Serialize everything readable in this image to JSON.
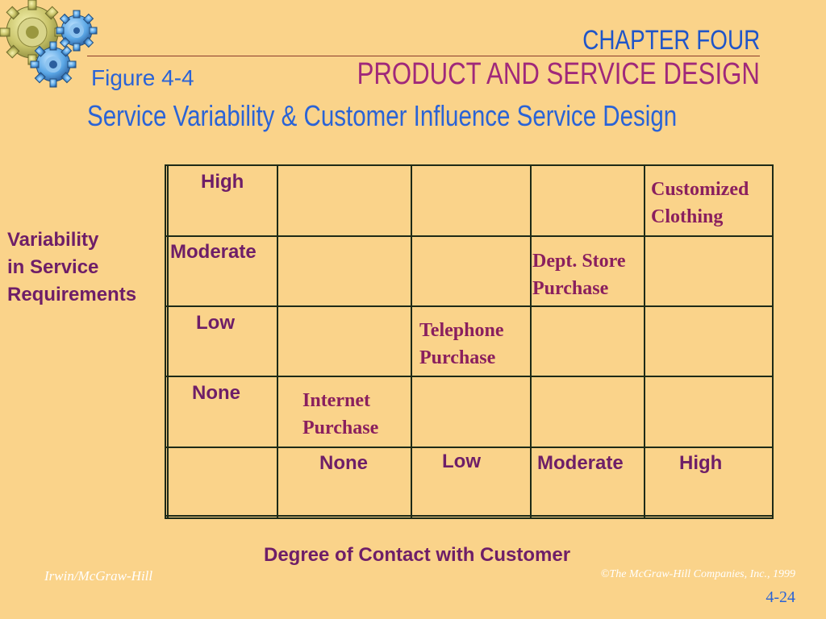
{
  "header": {
    "chapter": "CHAPTER FOUR",
    "subject": "PRODUCT AND SERVICE DESIGN",
    "figure_label": "Figure 4-4",
    "figure_title": "Service Variability & Customer Influence Service Design"
  },
  "matrix": {
    "y_axis_label_lines": [
      "Variability",
      "in Service",
      "Requirements"
    ],
    "x_axis_label": "Degree of Contact with Customer",
    "row_levels": [
      "High",
      "Moderate",
      "Low",
      "None"
    ],
    "column_levels": [
      "None",
      "Low",
      "Moderate",
      "High"
    ],
    "cells": [
      {
        "row": "High",
        "column": "High",
        "lines": [
          "Customized",
          "Clothing"
        ]
      },
      {
        "row": "Moderate",
        "column": "Moderate",
        "lines": [
          "Dept. Store",
          "Purchase"
        ]
      },
      {
        "row": "Low",
        "column": "Low",
        "lines": [
          "Telephone",
          "Purchase"
        ]
      },
      {
        "row": "None",
        "column": "None",
        "lines": [
          "Internet",
          "Purchase"
        ]
      }
    ]
  },
  "footer": {
    "publisher": "Irwin/McGraw-Hill",
    "copyright": "©The McGraw-Hill Companies, Inc., 1999",
    "page": "4-24"
  },
  "colors": {
    "background": "#FAD38A",
    "chapter_text": "#1F55C9",
    "subject_text": "#A0287A",
    "label_text": "#6E1E68",
    "grid_line": "#1d2a17"
  },
  "icons": {
    "logo": "gears-icon"
  }
}
